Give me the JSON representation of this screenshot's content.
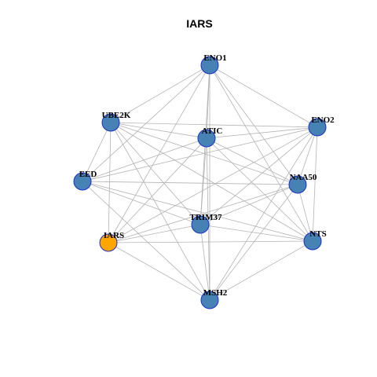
{
  "title": "IARS",
  "colors": {
    "edge": "#b3b3b3",
    "node_default": "#4682b4",
    "node_highlight": "#ffa500",
    "node_stroke": "#1a2fcc"
  },
  "network": {
    "nodes": [
      {
        "id": "ENO1",
        "label": "ENO1",
        "highlight": false
      },
      {
        "id": "UBE2K",
        "label": "UBE2K",
        "highlight": false
      },
      {
        "id": "ATIC",
        "label": "ATIC",
        "highlight": false
      },
      {
        "id": "ENO2",
        "label": "ENO2",
        "highlight": false
      },
      {
        "id": "EED",
        "label": "EED",
        "highlight": false
      },
      {
        "id": "NAA50",
        "label": "NAA50",
        "highlight": false
      },
      {
        "id": "TRIM37",
        "label": "TRIM37",
        "highlight": false
      },
      {
        "id": "IARS",
        "label": "IARS",
        "highlight": true
      },
      {
        "id": "NTS",
        "label": "NTS",
        "highlight": false
      },
      {
        "id": "MSH2",
        "label": "MSH2",
        "highlight": false
      }
    ],
    "edges": [
      [
        "ENO1",
        "UBE2K"
      ],
      [
        "ENO1",
        "ATIC"
      ],
      [
        "ENO1",
        "ENO2"
      ],
      [
        "ENO1",
        "EED"
      ],
      [
        "ENO1",
        "NAA50"
      ],
      [
        "ENO1",
        "TRIM37"
      ],
      [
        "ENO1",
        "IARS"
      ],
      [
        "ENO1",
        "NTS"
      ],
      [
        "ENO1",
        "MSH2"
      ],
      [
        "UBE2K",
        "ATIC"
      ],
      [
        "UBE2K",
        "ENO2"
      ],
      [
        "UBE2K",
        "EED"
      ],
      [
        "UBE2K",
        "NAA50"
      ],
      [
        "UBE2K",
        "TRIM37"
      ],
      [
        "UBE2K",
        "IARS"
      ],
      [
        "UBE2K",
        "NTS"
      ],
      [
        "UBE2K",
        "MSH2"
      ],
      [
        "ATIC",
        "ENO2"
      ],
      [
        "ATIC",
        "EED"
      ],
      [
        "ATIC",
        "NAA50"
      ],
      [
        "ATIC",
        "TRIM37"
      ],
      [
        "ATIC",
        "IARS"
      ],
      [
        "ATIC",
        "NTS"
      ],
      [
        "ATIC",
        "MSH2"
      ],
      [
        "ENO2",
        "EED"
      ],
      [
        "ENO2",
        "NAA50"
      ],
      [
        "ENO2",
        "TRIM37"
      ],
      [
        "ENO2",
        "IARS"
      ],
      [
        "ENO2",
        "NTS"
      ],
      [
        "ENO2",
        "MSH2"
      ],
      [
        "EED",
        "NAA50"
      ],
      [
        "EED",
        "TRIM37"
      ],
      [
        "EED",
        "NTS"
      ],
      [
        "EED",
        "MSH2"
      ],
      [
        "NAA50",
        "TRIM37"
      ],
      [
        "NAA50",
        "IARS"
      ],
      [
        "NAA50",
        "NTS"
      ],
      [
        "NAA50",
        "MSH2"
      ],
      [
        "TRIM37",
        "IARS"
      ],
      [
        "TRIM37",
        "NTS"
      ],
      [
        "TRIM37",
        "MSH2"
      ],
      [
        "IARS",
        "NTS"
      ],
      [
        "IARS",
        "MSH2"
      ],
      [
        "NTS",
        "MSH2"
      ]
    ]
  }
}
